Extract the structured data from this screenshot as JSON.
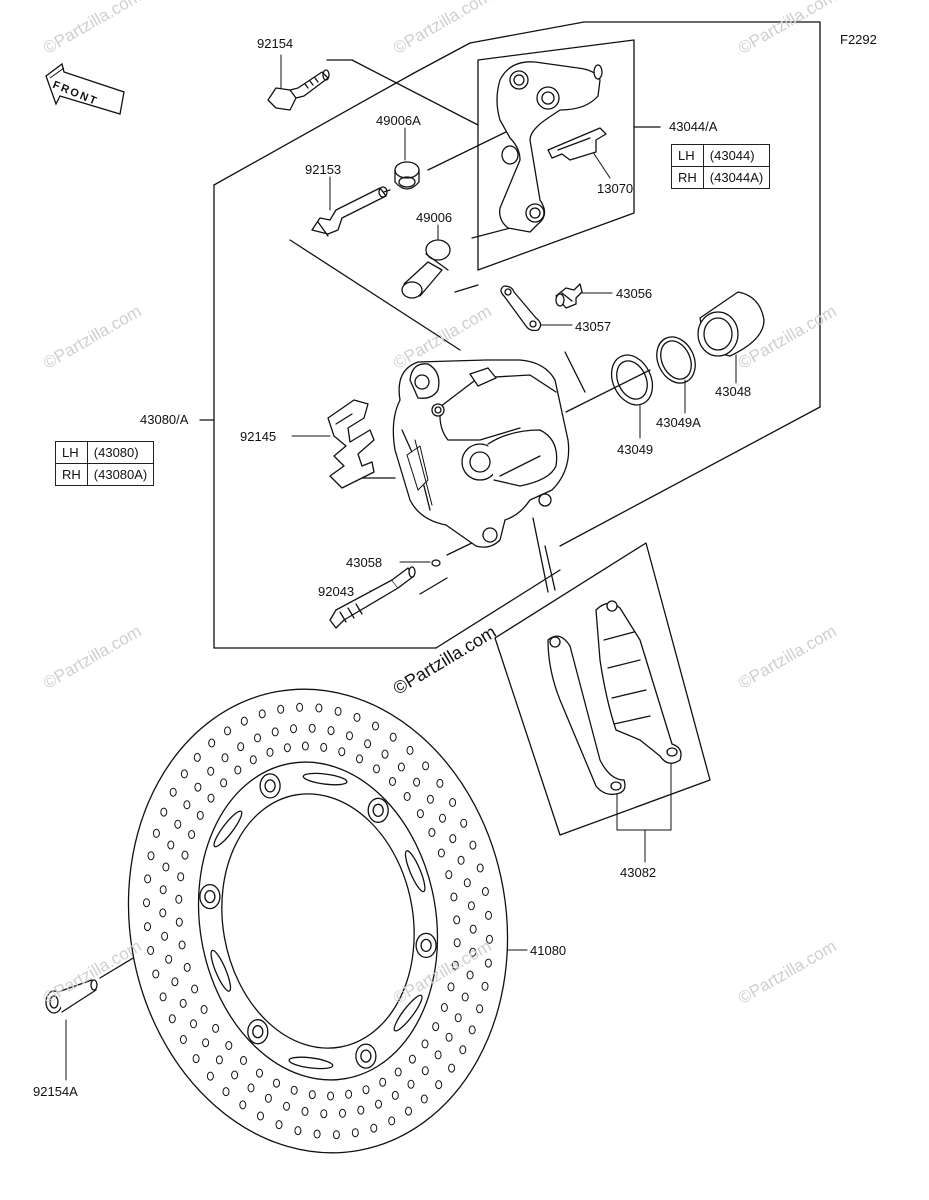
{
  "diagram": {
    "figure_code": "F2292",
    "watermark": "©Partzilla.com",
    "main_watermark": "©Partzilla.com",
    "front_label": "FRONT",
    "labels": {
      "p92154": "92154",
      "p49006A": "49006A",
      "p92153": "92153",
      "p49006": "49006",
      "p13070": "13070",
      "p43044A": "43044/A",
      "p43056": "43056",
      "p43057": "43057",
      "p43048": "43048",
      "p43049A": "43049A",
      "p43049": "43049",
      "p43080A": "43080/A",
      "p92145": "92145",
      "p43058": "43058",
      "p92043": "92043",
      "p43082": "43082",
      "p41080": "41080",
      "p92154A": "92154A"
    },
    "tables": {
      "caliper_bracket": [
        {
          "side": "LH",
          "part": "(43044)"
        },
        {
          "side": "RH",
          "part": "(43044A)"
        }
      ],
      "caliper_assy": [
        {
          "side": "LH",
          "part": "(43080)"
        },
        {
          "side": "RH",
          "part": "(43080A)"
        }
      ]
    }
  }
}
